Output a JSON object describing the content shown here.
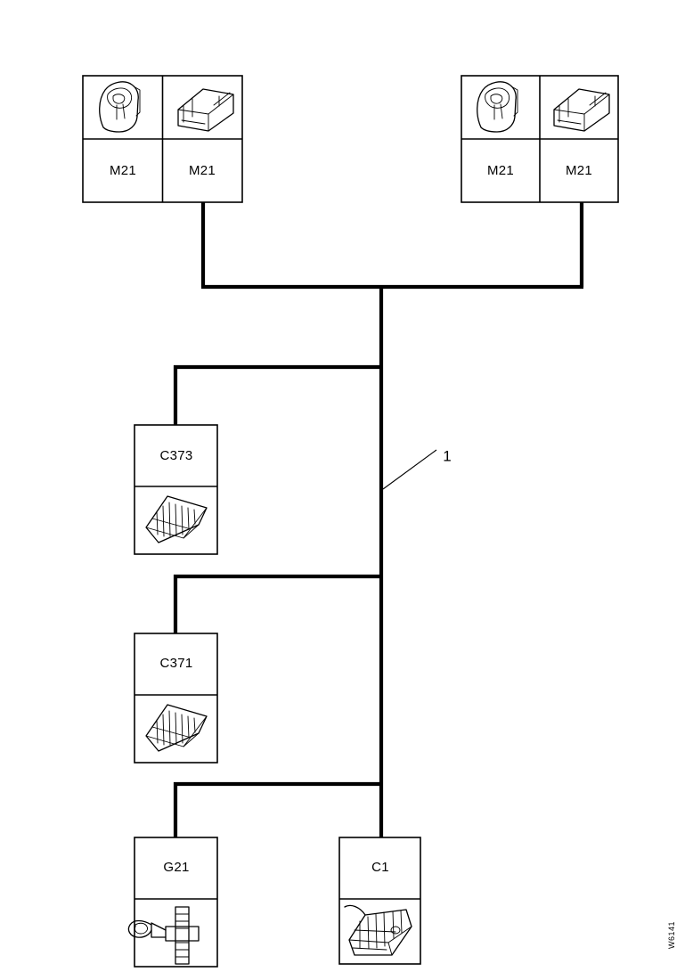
{
  "figure": {
    "code": "W6141",
    "callout_label": "1",
    "callout_meaning": "harness-trunk"
  },
  "connectors": [
    {
      "id": "m21-left-grommet",
      "label": "M21",
      "icon": "grommet-boot-icon",
      "group": "top-left",
      "cell": "left"
    },
    {
      "id": "m21-left-housing",
      "label": "M21",
      "icon": "rectangular-connector-icon",
      "group": "top-left",
      "cell": "right"
    },
    {
      "id": "m21-right-grommet",
      "label": "M21",
      "icon": "grommet-boot-icon",
      "group": "top-right",
      "cell": "left"
    },
    {
      "id": "m21-right-housing",
      "label": "M21",
      "icon": "rectangular-connector-icon",
      "group": "top-right",
      "cell": "right"
    },
    {
      "id": "c373",
      "label": "C373",
      "icon": "multipin-connector-icon",
      "group": "branch-upper"
    },
    {
      "id": "c371",
      "label": "C371",
      "icon": "multipin-connector-icon",
      "group": "branch-middle"
    },
    {
      "id": "g21",
      "label": "G21",
      "icon": "ground-stud-icon",
      "group": "branch-lower-left"
    },
    {
      "id": "c1",
      "label": "C1",
      "icon": "inline-connector-icon",
      "group": "trunk-end"
    }
  ],
  "colors": {
    "ink": "#000000",
    "background": "#ffffff"
  }
}
